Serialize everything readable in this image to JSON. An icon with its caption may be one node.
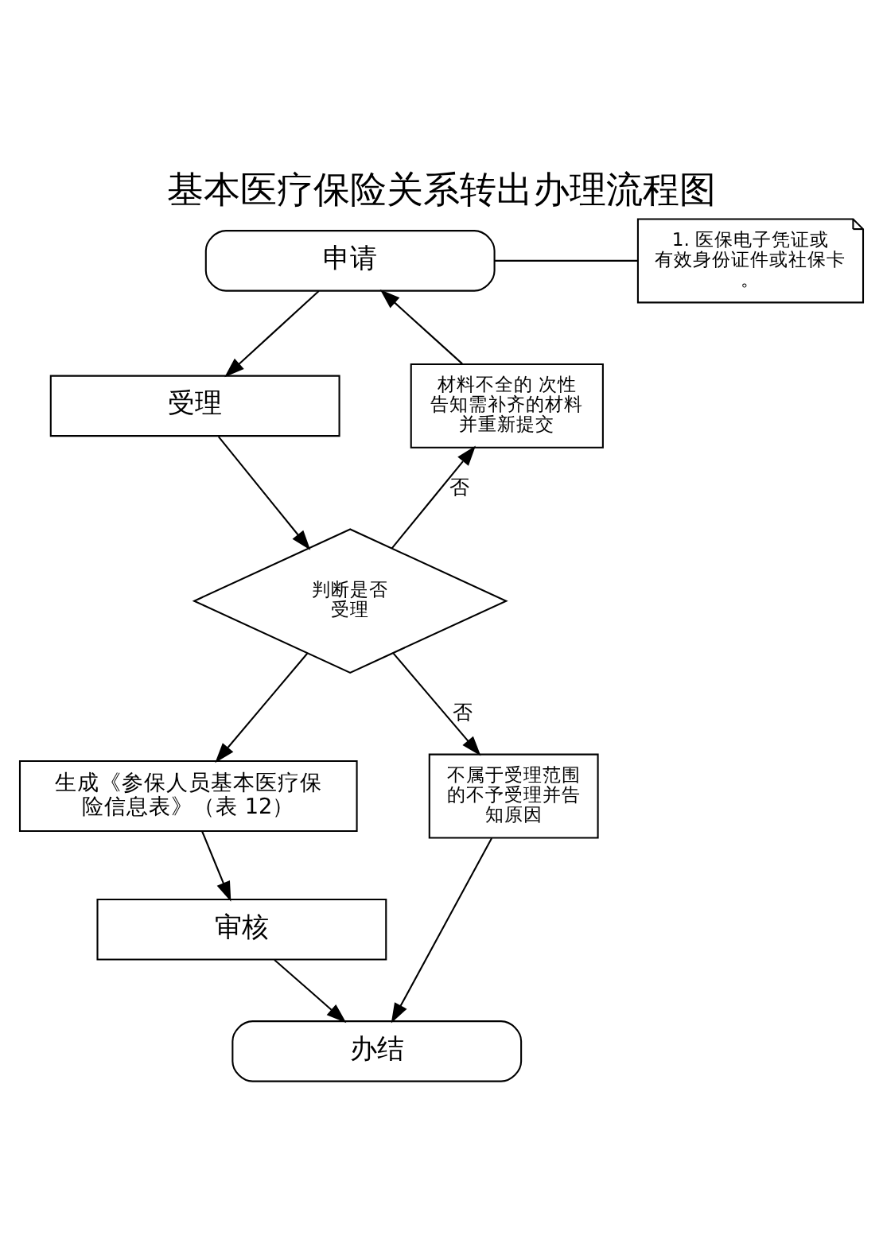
{
  "diagram": {
    "title": "基本医疗保险关系转出办理流程图",
    "nodes": [
      {
        "text": [
          "申请"
        ]
      },
      {
        "text": [
          "1. 医保电子凭证或有效身份证件或社保卡。"
        ]
      },
      {
        "text": [
          "材料不全的 次性告知需补齐的材料并重新提交"
        ]
      },
      {
        "text": [
          "受理"
        ]
      },
      {
        "text": [
          "判断是否受理"
        ]
      },
      {
        "text": [
          "生成《参保人员基本医疗保险信息表》（表 12）"
        ]
      },
      {
        "text": [
          "不属于受理范围的不予受理并告知原因"
        ]
      },
      {
        "text": [
          "审核"
        ]
      },
      {
        "text": [
          "办结"
        ]
      }
    ],
    "edges": [
      {
        "from": 0,
        "to": 3,
        "arrow": "to"
      },
      {
        "from": 0,
        "to": 1,
        "arrow": "none"
      },
      {
        "from": 3,
        "to": 4,
        "arrow": "to"
      },
      {
        "from": 4,
        "to": 2,
        "arrow": "to",
        "label": "否"
      },
      {
        "from": 2,
        "to": 0,
        "arrow": "to"
      },
      {
        "from": 4,
        "to": 5,
        "arrow": "to"
      },
      {
        "from": 4,
        "to": 6,
        "arrow": "to",
        "label": "否"
      },
      {
        "from": 5,
        "to": 7,
        "arrow": "to"
      },
      {
        "from": 7,
        "to": 8,
        "arrow": "to"
      },
      {
        "from": 6,
        "to": 8,
        "arrow": "to"
      }
    ]
  }
}
